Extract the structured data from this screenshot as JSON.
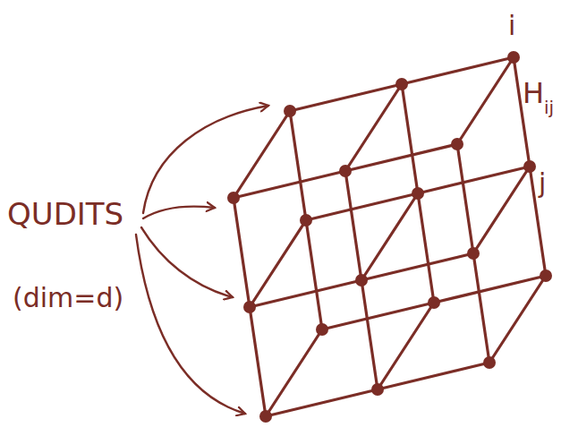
{
  "diagram": {
    "labels": [
      "QUDITS",
      "(dim=d)",
      "i",
      "H",
      "ij",
      "j"
    ]
  }
}
